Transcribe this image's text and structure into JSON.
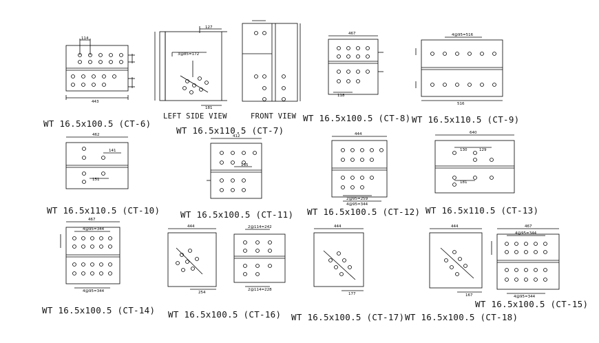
{
  "labels": {
    "ct6": "WT 16.5x100.5 (CT-6)",
    "ct7": "WT 16.5x110.5 (CT-7)",
    "ct8": "WT 16.5x100.5 (CT-8)",
    "ct9": "WT 16.5x110.5 (CT-9)",
    "ct10": "WT 16.5x110.5 (CT-10)",
    "ct11": "WT 16.5x100.5 (CT-11)",
    "ct12": "WT 16.5x100.5 (CT-12)",
    "ct13": "WT 16.5x110.5 (CT-13)",
    "ct14": "WT 16.5x100.5 (CT-14)",
    "ct15": "WT 16.5x100.5 (CT-15)",
    "ct16": "WT 16.5x100.5 (CT-16)",
    "ct17": "WT 16.5x100.5 (CT-17)",
    "ct18": "WT 16.5x100.5 (CT-18)",
    "left_side_view": "LEFT SIDE VIEW",
    "front_view": "FRONT VIEW"
  },
  "dims": {
    "ct6_top": "114",
    "ct6_bottom": "443",
    "ct7_top": "127",
    "ct7_mid": "3@85=172",
    "ct7_bottom": "181",
    "ct8_top": "467",
    "ct8_bottom": "118",
    "ct9_top": "4@95=516",
    "ct9_bottom": "516",
    "ct10_top": "462",
    "ct10_a": "141",
    "ct10_b": "151",
    "ct11_top": "412",
    "ct11_a": "135",
    "ct12_top": "444",
    "ct12_mid": "2@95=259",
    "ct12_bottom": "4@95=344",
    "ct13_top": "640",
    "ct13_a": "130",
    "ct13_b": "129",
    "ct13_c": "181",
    "ct14_top": "467",
    "ct14_a": "4@95=344",
    "ct14_b": "4@95=344",
    "ct15_top": "467",
    "ct15_a": "4@95=344",
    "ct15_b": "4@95=344",
    "ct16_a": "444",
    "ct16_b": "254",
    "ct16_c": "2@114=242",
    "ct16_d": "2@114=228",
    "ct17_a": "444",
    "ct17_b": "177",
    "ct18_a": "444",
    "ct18_b": "167"
  },
  "colors": {
    "line": "#000000",
    "background": "#ffffff"
  }
}
